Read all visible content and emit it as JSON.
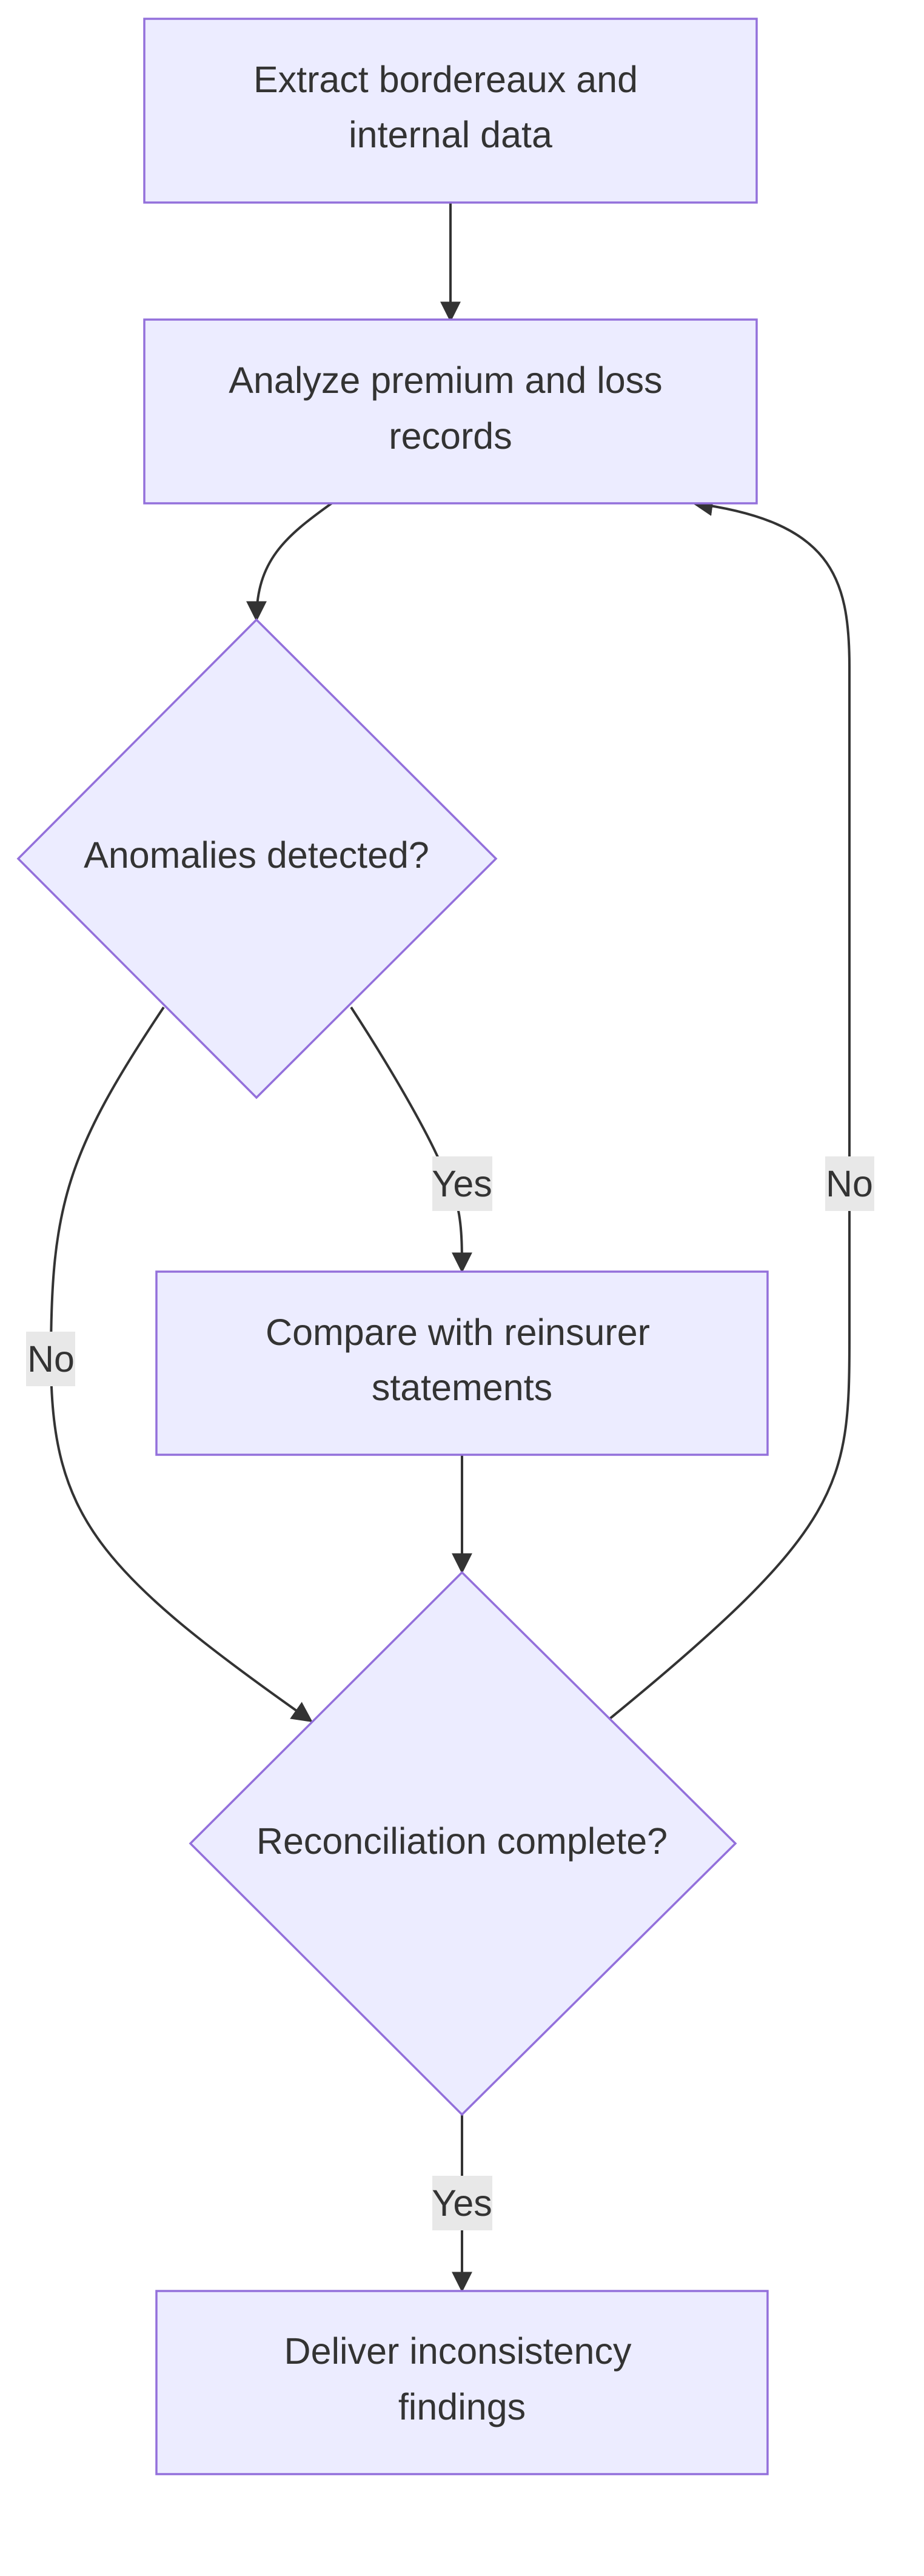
{
  "diagram": {
    "type": "flowchart",
    "colors": {
      "node_fill": "#ECECFF",
      "node_stroke": "#9370DB",
      "edge": "#333333",
      "text": "#333333",
      "label_bg": "#E8E8E8"
    },
    "nodes": {
      "extract": {
        "shape": "rect",
        "lines": [
          "Extract bordereaux and",
          "internal data"
        ]
      },
      "analyze": {
        "shape": "rect",
        "lines": [
          "Analyze premium and loss",
          "records"
        ]
      },
      "anomalies": {
        "shape": "diamond",
        "lines": [
          "Anomalies detected?"
        ]
      },
      "compare": {
        "shape": "rect",
        "lines": [
          "Compare with reinsurer",
          "statements"
        ]
      },
      "reconciliation": {
        "shape": "diamond",
        "lines": [
          "Reconciliation complete?"
        ]
      },
      "deliver": {
        "shape": "rect",
        "lines": [
          "Deliver inconsistency",
          "findings"
        ]
      }
    },
    "edges": [
      {
        "from": "extract",
        "to": "analyze",
        "label": ""
      },
      {
        "from": "analyze",
        "to": "anomalies",
        "label": ""
      },
      {
        "from": "anomalies",
        "to": "compare",
        "label": "Yes"
      },
      {
        "from": "anomalies",
        "to": "reconciliation",
        "label": "No"
      },
      {
        "from": "compare",
        "to": "reconciliation",
        "label": ""
      },
      {
        "from": "reconciliation",
        "to": "analyze",
        "label": "No"
      },
      {
        "from": "reconciliation",
        "to": "deliver",
        "label": "Yes"
      }
    ]
  }
}
